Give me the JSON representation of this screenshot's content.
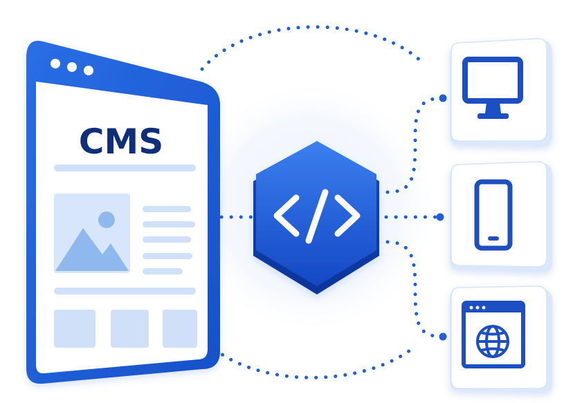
{
  "cms_window": {
    "title": "CMS",
    "title_color": "#0c2f7a",
    "frame_color": "#1a5fd6"
  },
  "hub": {
    "icon": "code-brackets-icon",
    "fill_color": "#1c5fdc"
  },
  "devices": [
    {
      "name": "desktop-monitor",
      "icon": "monitor-icon"
    },
    {
      "name": "mobile-phone",
      "icon": "smartphone-icon"
    },
    {
      "name": "web-browser",
      "icon": "globe-browser-icon"
    }
  ],
  "colors": {
    "accent": "#1a5fd6",
    "accent_dark": "#0c2f7a",
    "light_blue": "#cfe0f8",
    "connector_dots": "#1e5fd8",
    "glow": "#eef4fd"
  }
}
